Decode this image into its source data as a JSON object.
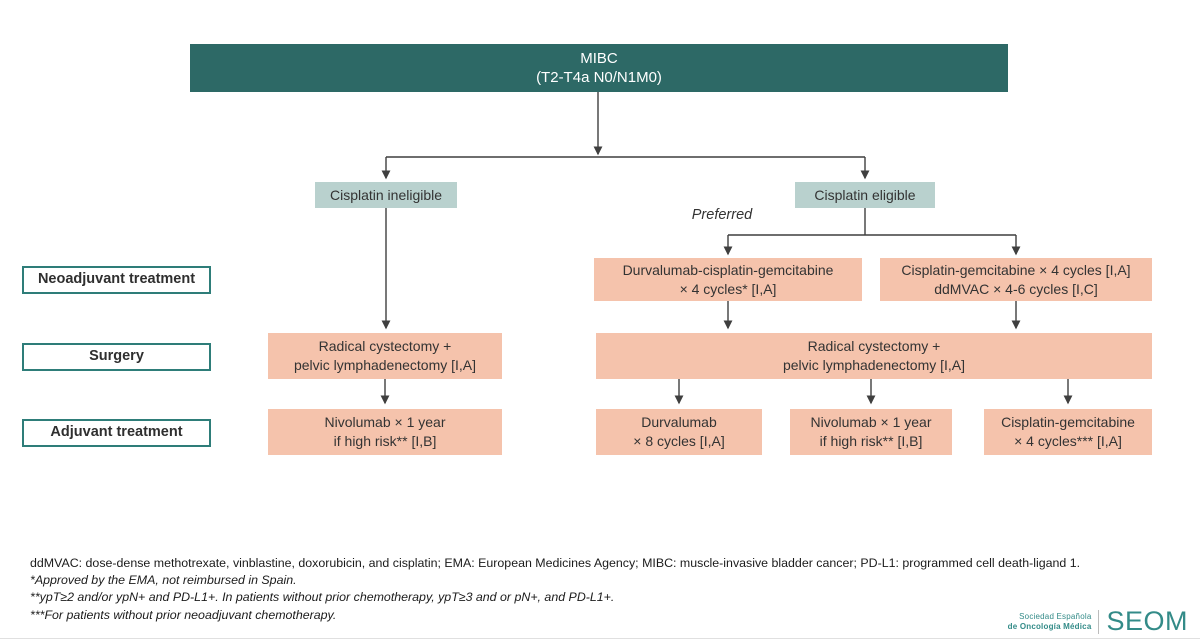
{
  "colors": {
    "dark_teal": "#2d6966",
    "light_teal": "#b9d1ce",
    "salmon": "#f5c3ac",
    "label_border": "#2e7d79",
    "line": "#3f3f3f",
    "logo_teal": "#338b88"
  },
  "flowchart": {
    "root": {
      "line1": "MIBC",
      "line2": "(T2-T4a N0/N1M0)"
    },
    "branch_ineligible": {
      "label": "Cisplatin ineligible"
    },
    "branch_eligible": {
      "label": "Cisplatin eligible"
    },
    "preferred_note": "Preferred",
    "row_labels": {
      "neoadjuvant": "Neoadjuvant treatment",
      "surgery": "Surgery",
      "adjuvant": "Adjuvant treatment"
    },
    "neoadjuvant": {
      "durvalumab_cisplatin_gemcitabine": {
        "line1": "Durvalumab-cisplatin-gemcitabine",
        "line2": "× 4 cycles* [I,A]"
      },
      "cisplatin_gemcitabine_ddmvac": {
        "line1": "Cisplatin-gemcitabine × 4 cycles [I,A]",
        "line2": "ddMVAC × 4-6 cycles [I,C]"
      }
    },
    "surgery": {
      "left": {
        "line1": "Radical cystectomy +",
        "line2": "pelvic lymphadenectomy [I,A]"
      },
      "right": {
        "line1": "Radical cystectomy +",
        "line2": "pelvic lymphadenectomy [I,A]"
      }
    },
    "adjuvant": {
      "nivolumab_left": {
        "line1": "Nivolumab × 1 year",
        "line2": "if high risk** [I,B]"
      },
      "durvalumab": {
        "line1": "Durvalumab",
        "line2": "× 8 cycles [I,A]"
      },
      "nivolumab_right": {
        "line1": "Nivolumab × 1 year",
        "line2": "if high risk** [I,B]"
      },
      "cisplatin_gemcitabine": {
        "line1": "Cisplatin-gemcitabine",
        "line2": "× 4 cycles*** [I,A]"
      }
    }
  },
  "footnotes": {
    "abbreviations": "ddMVAC: dose-dense methotrexate, vinblastine, doxorubicin, and cisplatin; EMA: European Medicines Agency; MIBC: muscle-invasive bladder cancer; PD-L1: programmed cell death-ligand 1.",
    "note1": "*Approved by the EMA, not reimbursed in Spain.",
    "note2": "**ypT≥2 and/or ypN+ and PD-L1+. In patients without prior chemotherapy, ypT≥3 and or pN+, and PD-L1+.",
    "note3": "***For patients without prior neoadjuvant chemotherapy."
  },
  "logo": {
    "org_line1": "Sociedad  Española",
    "org_line2": "de Oncología Médica",
    "acronym": "SEOM"
  }
}
